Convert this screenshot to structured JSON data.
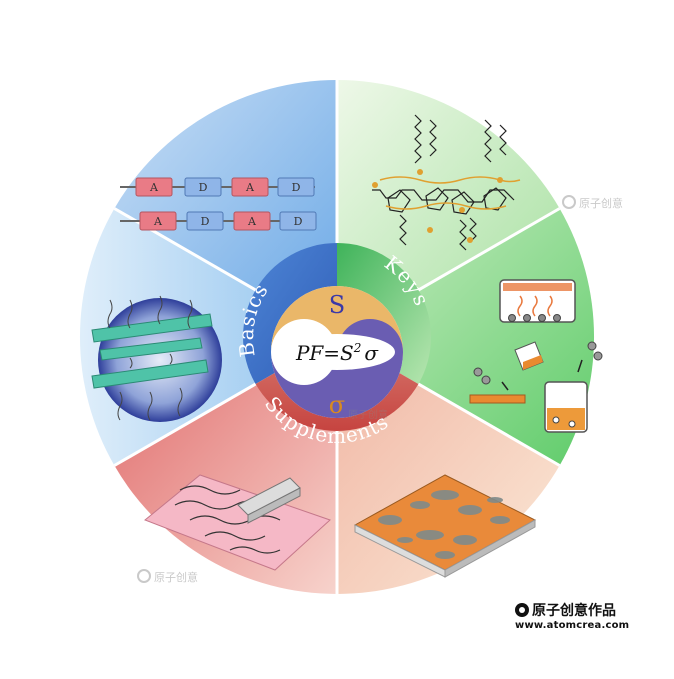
{
  "center": {
    "formula_prefix": "PF=S",
    "formula_exp": "2",
    "formula_sigma": "σ",
    "s_symbol": "S",
    "sigma_symbol": "σ"
  },
  "ring_labels": {
    "basics": "Basics",
    "keys": "Keys",
    "supplements": "Supplements"
  },
  "chain_units": [
    "A",
    "D",
    "A",
    "D"
  ],
  "watermark_text": "原子创意",
  "brand": {
    "name": "原子创意作品",
    "url": "www.atomcrea.com"
  },
  "colors": {
    "basics": "#7fb2e8",
    "keys": "#8fd89a",
    "supplements": "#e8877f",
    "gold": "#e8b25e",
    "purple": "#6b5bb0"
  }
}
